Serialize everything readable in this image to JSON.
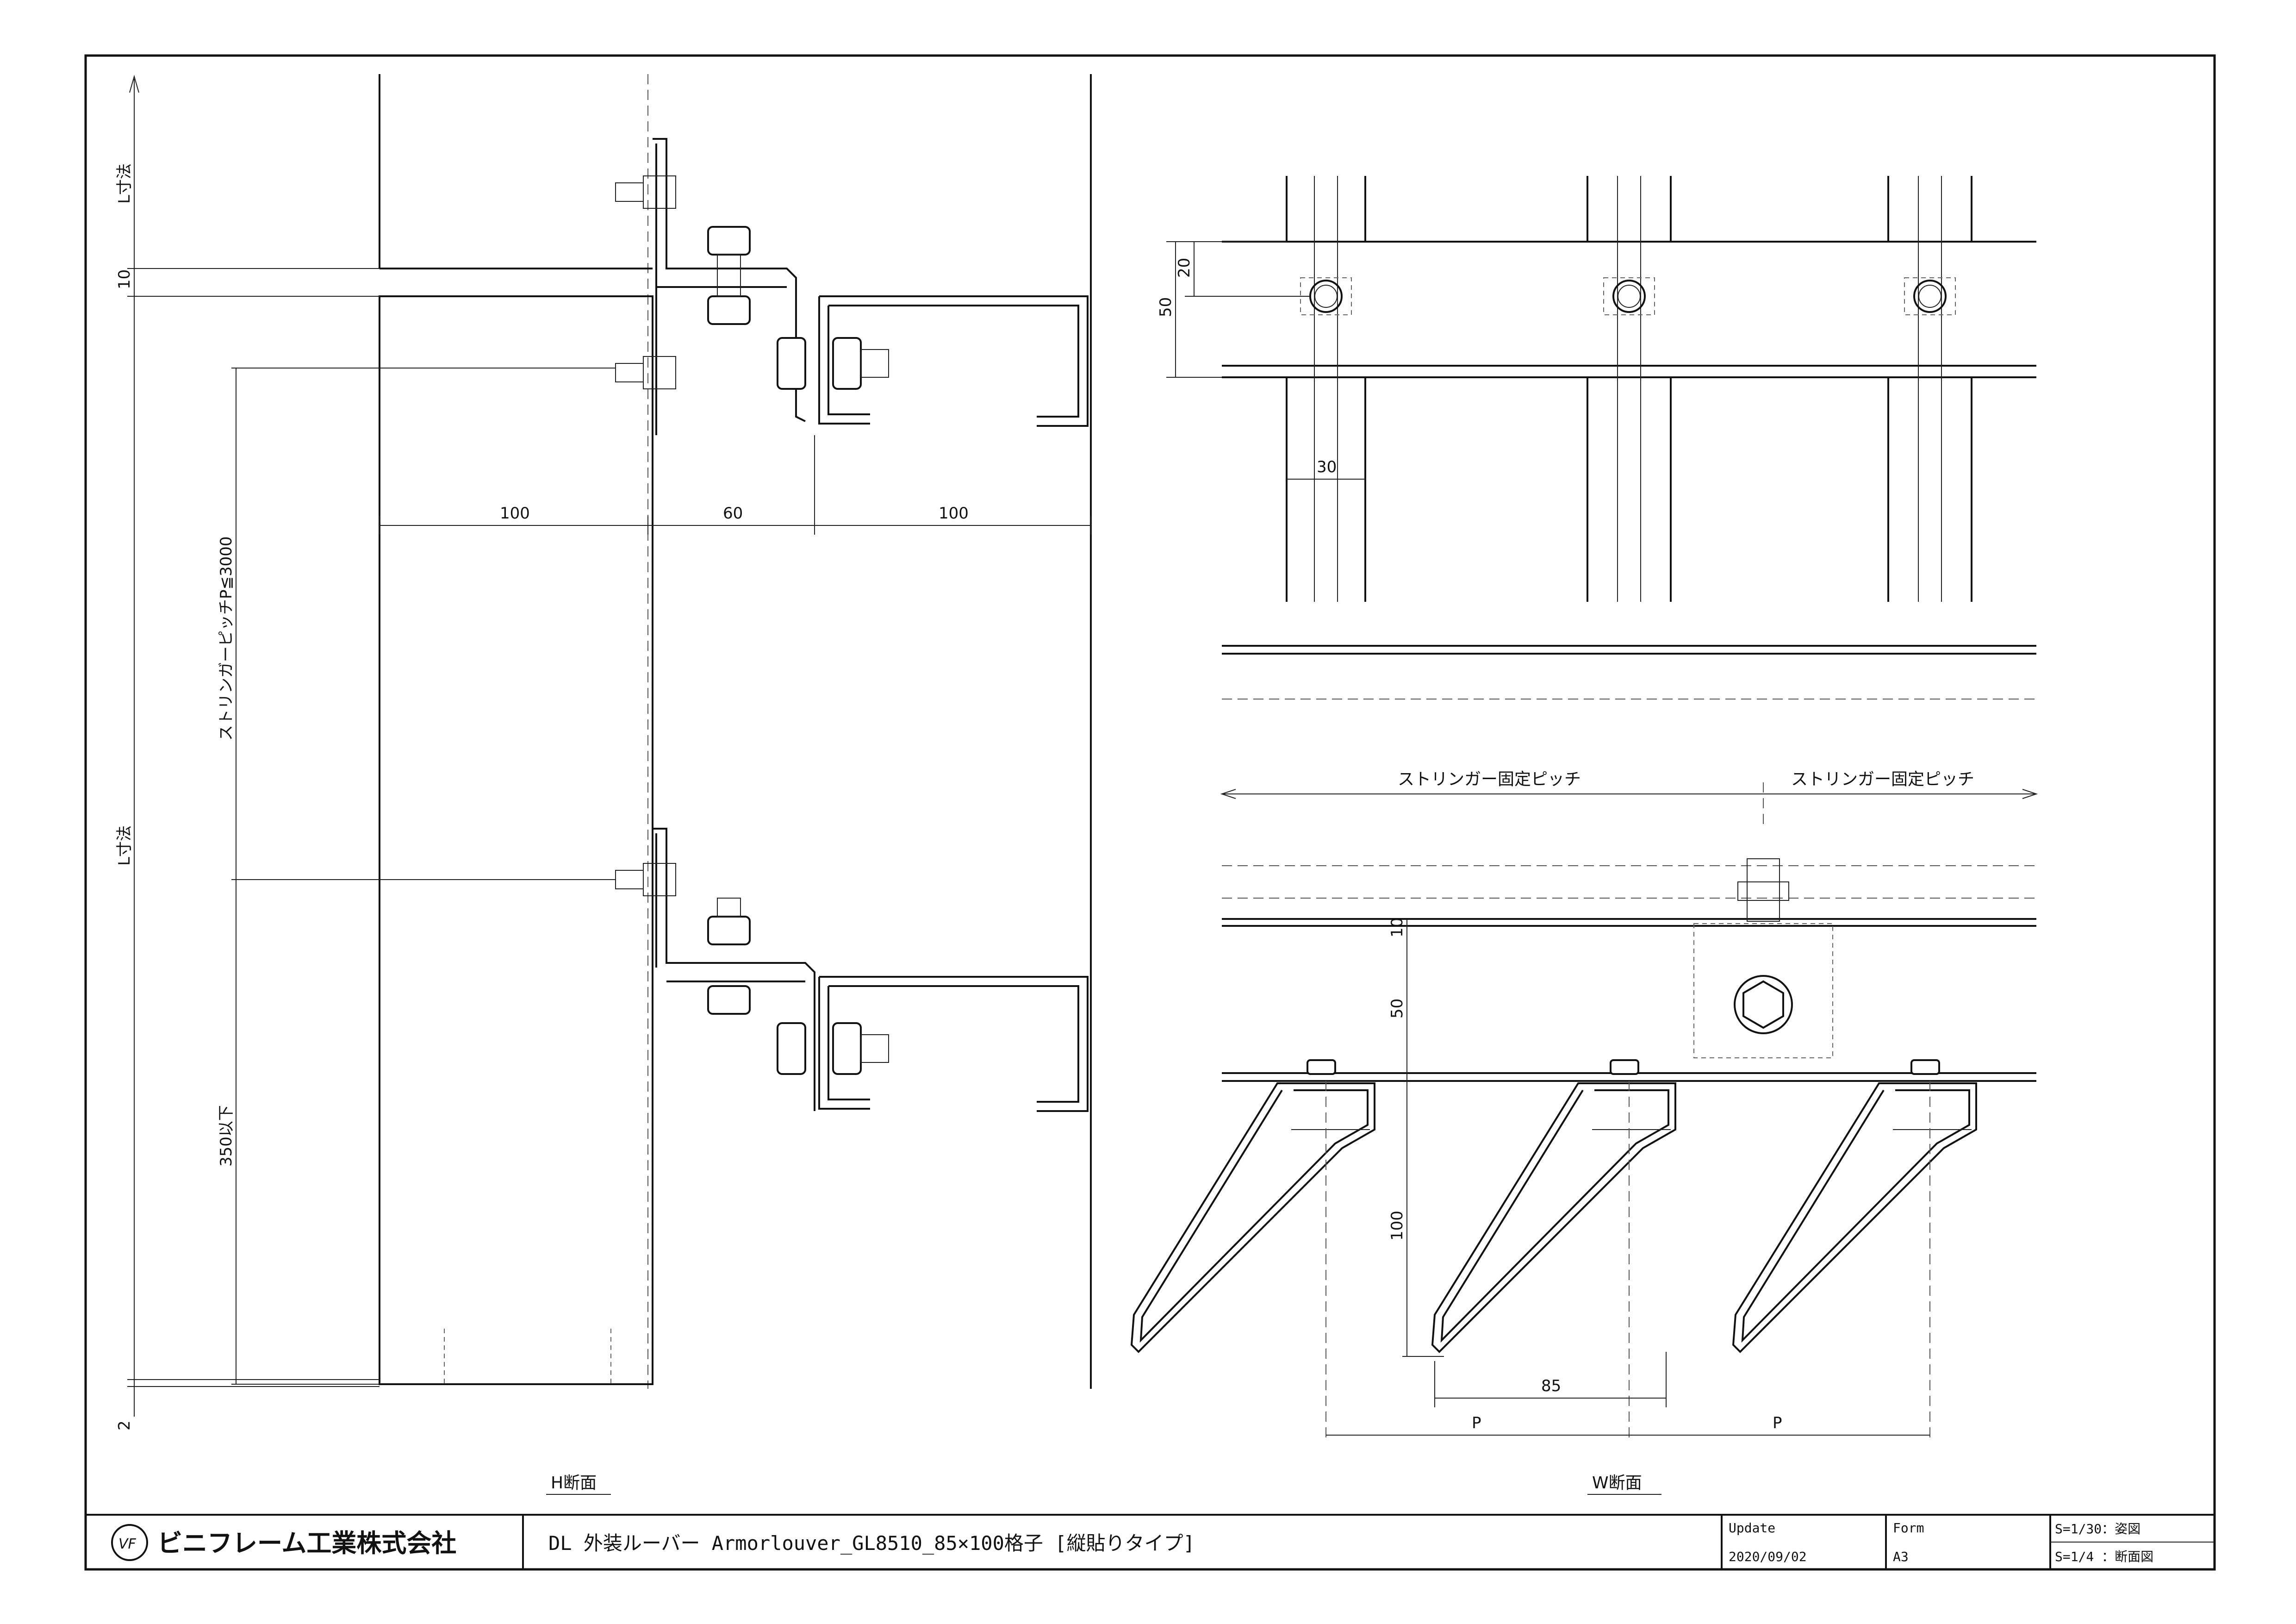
{
  "dimensions": {
    "h_l1": "L寸法",
    "h_10": "10",
    "h_pitch": "ストリンガーピッチP≦3000",
    "h_l2": "L寸法",
    "h_350": "350以下",
    "h_2": "2",
    "h_100a": "100",
    "h_60": "60",
    "h_100b": "100",
    "w_20": "20",
    "w_50a": "50",
    "w_30": "30",
    "w_pitch1": "ストリンガー固定ピッチ",
    "w_pitch2": "ストリンガー固定ピッチ",
    "w_10": "10",
    "w_50b": "50",
    "w_100": "100",
    "w_85": "85",
    "w_p1": "P",
    "w_p2": "P"
  },
  "section_labels": {
    "h_section": "H断面",
    "w_section": "W断面"
  },
  "title_block": {
    "logo_mark": "VF",
    "company": "ビニフレーム工業株式会社",
    "drawing_title": "DL 外装ルーバー Armorlouver_GL8510_85×100格子 [縦貼りタイプ]",
    "update_label": "Update",
    "update_value": "2020/09/02",
    "form_label": "Form",
    "form_value": "A3",
    "scale_1": "S=1/30：姿図",
    "scale_2": "S=1/4 ：断面図"
  }
}
